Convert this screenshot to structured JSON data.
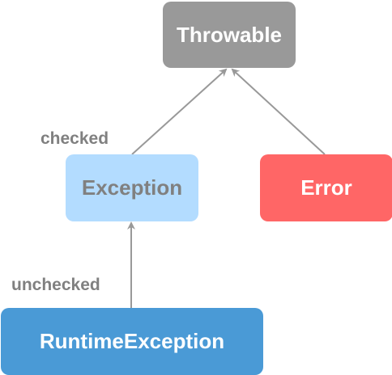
{
  "diagram": {
    "nodes": {
      "throwable": "Throwable",
      "exception": "Exception",
      "error": "Error",
      "runtime_exception": "RuntimeException"
    },
    "edge_labels": {
      "exception_to_throwable": "checked",
      "runtime_to_exception": "unchecked"
    }
  },
  "colors": {
    "throwable_fill": "#999999",
    "exception_fill": "#b3dcff",
    "error_fill": "#ff6666",
    "runtime_fill": "#4a9ad6",
    "arrow": "#999999",
    "label_text": "#808080"
  }
}
